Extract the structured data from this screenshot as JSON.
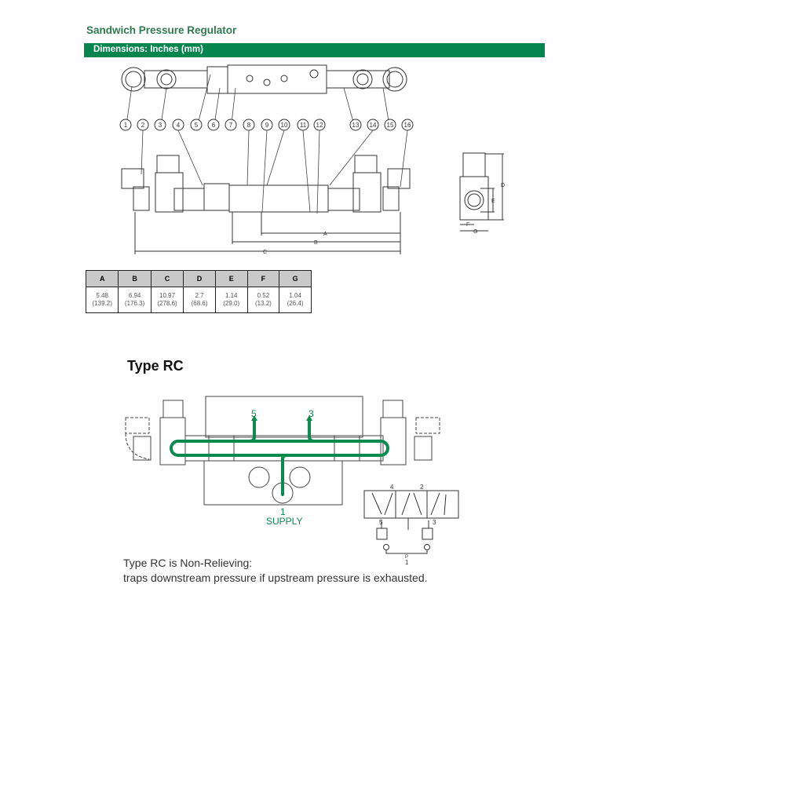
{
  "header": {
    "title": "Sandwich Pressure Regulator",
    "section": "Dimensions: Inches (mm)"
  },
  "callouts": [
    "1",
    "2",
    "3",
    "4",
    "5",
    "6",
    "7",
    "8",
    "9",
    "10",
    "11",
    "12",
    "13",
    "14",
    "15",
    "16"
  ],
  "dimension_labels": [
    "A",
    "B",
    "C",
    "D",
    "E",
    "F",
    "G"
  ],
  "dimensions_table": {
    "headers": [
      "A",
      "B",
      "C",
      "D",
      "E",
      "F",
      "G"
    ],
    "inches": [
      "5.48",
      "6.94",
      "10.97",
      "2.7",
      "1.14",
      "0.52",
      "1.04"
    ],
    "mm": [
      "(139.2)",
      "(176.3)",
      "(278.6)",
      "(68.6)",
      "(29.0)",
      "(13.2)",
      "(26.4)"
    ]
  },
  "type_rc": {
    "title": "Type RC",
    "port_5": "5",
    "port_3": "3",
    "port_1": "1",
    "supply": "SUPPLY",
    "schematic": {
      "p4": "4",
      "p2": "2",
      "p5": "5",
      "p3": "3",
      "p": "P",
      "p1": "1"
    },
    "note_line1": "Type RC is Non-Relieving:",
    "note_line2": "traps downstream pressure if upstream pressure is exhausted."
  },
  "colors": {
    "brand_green": "#07854f",
    "flow_green": "#0b8a4e"
  }
}
